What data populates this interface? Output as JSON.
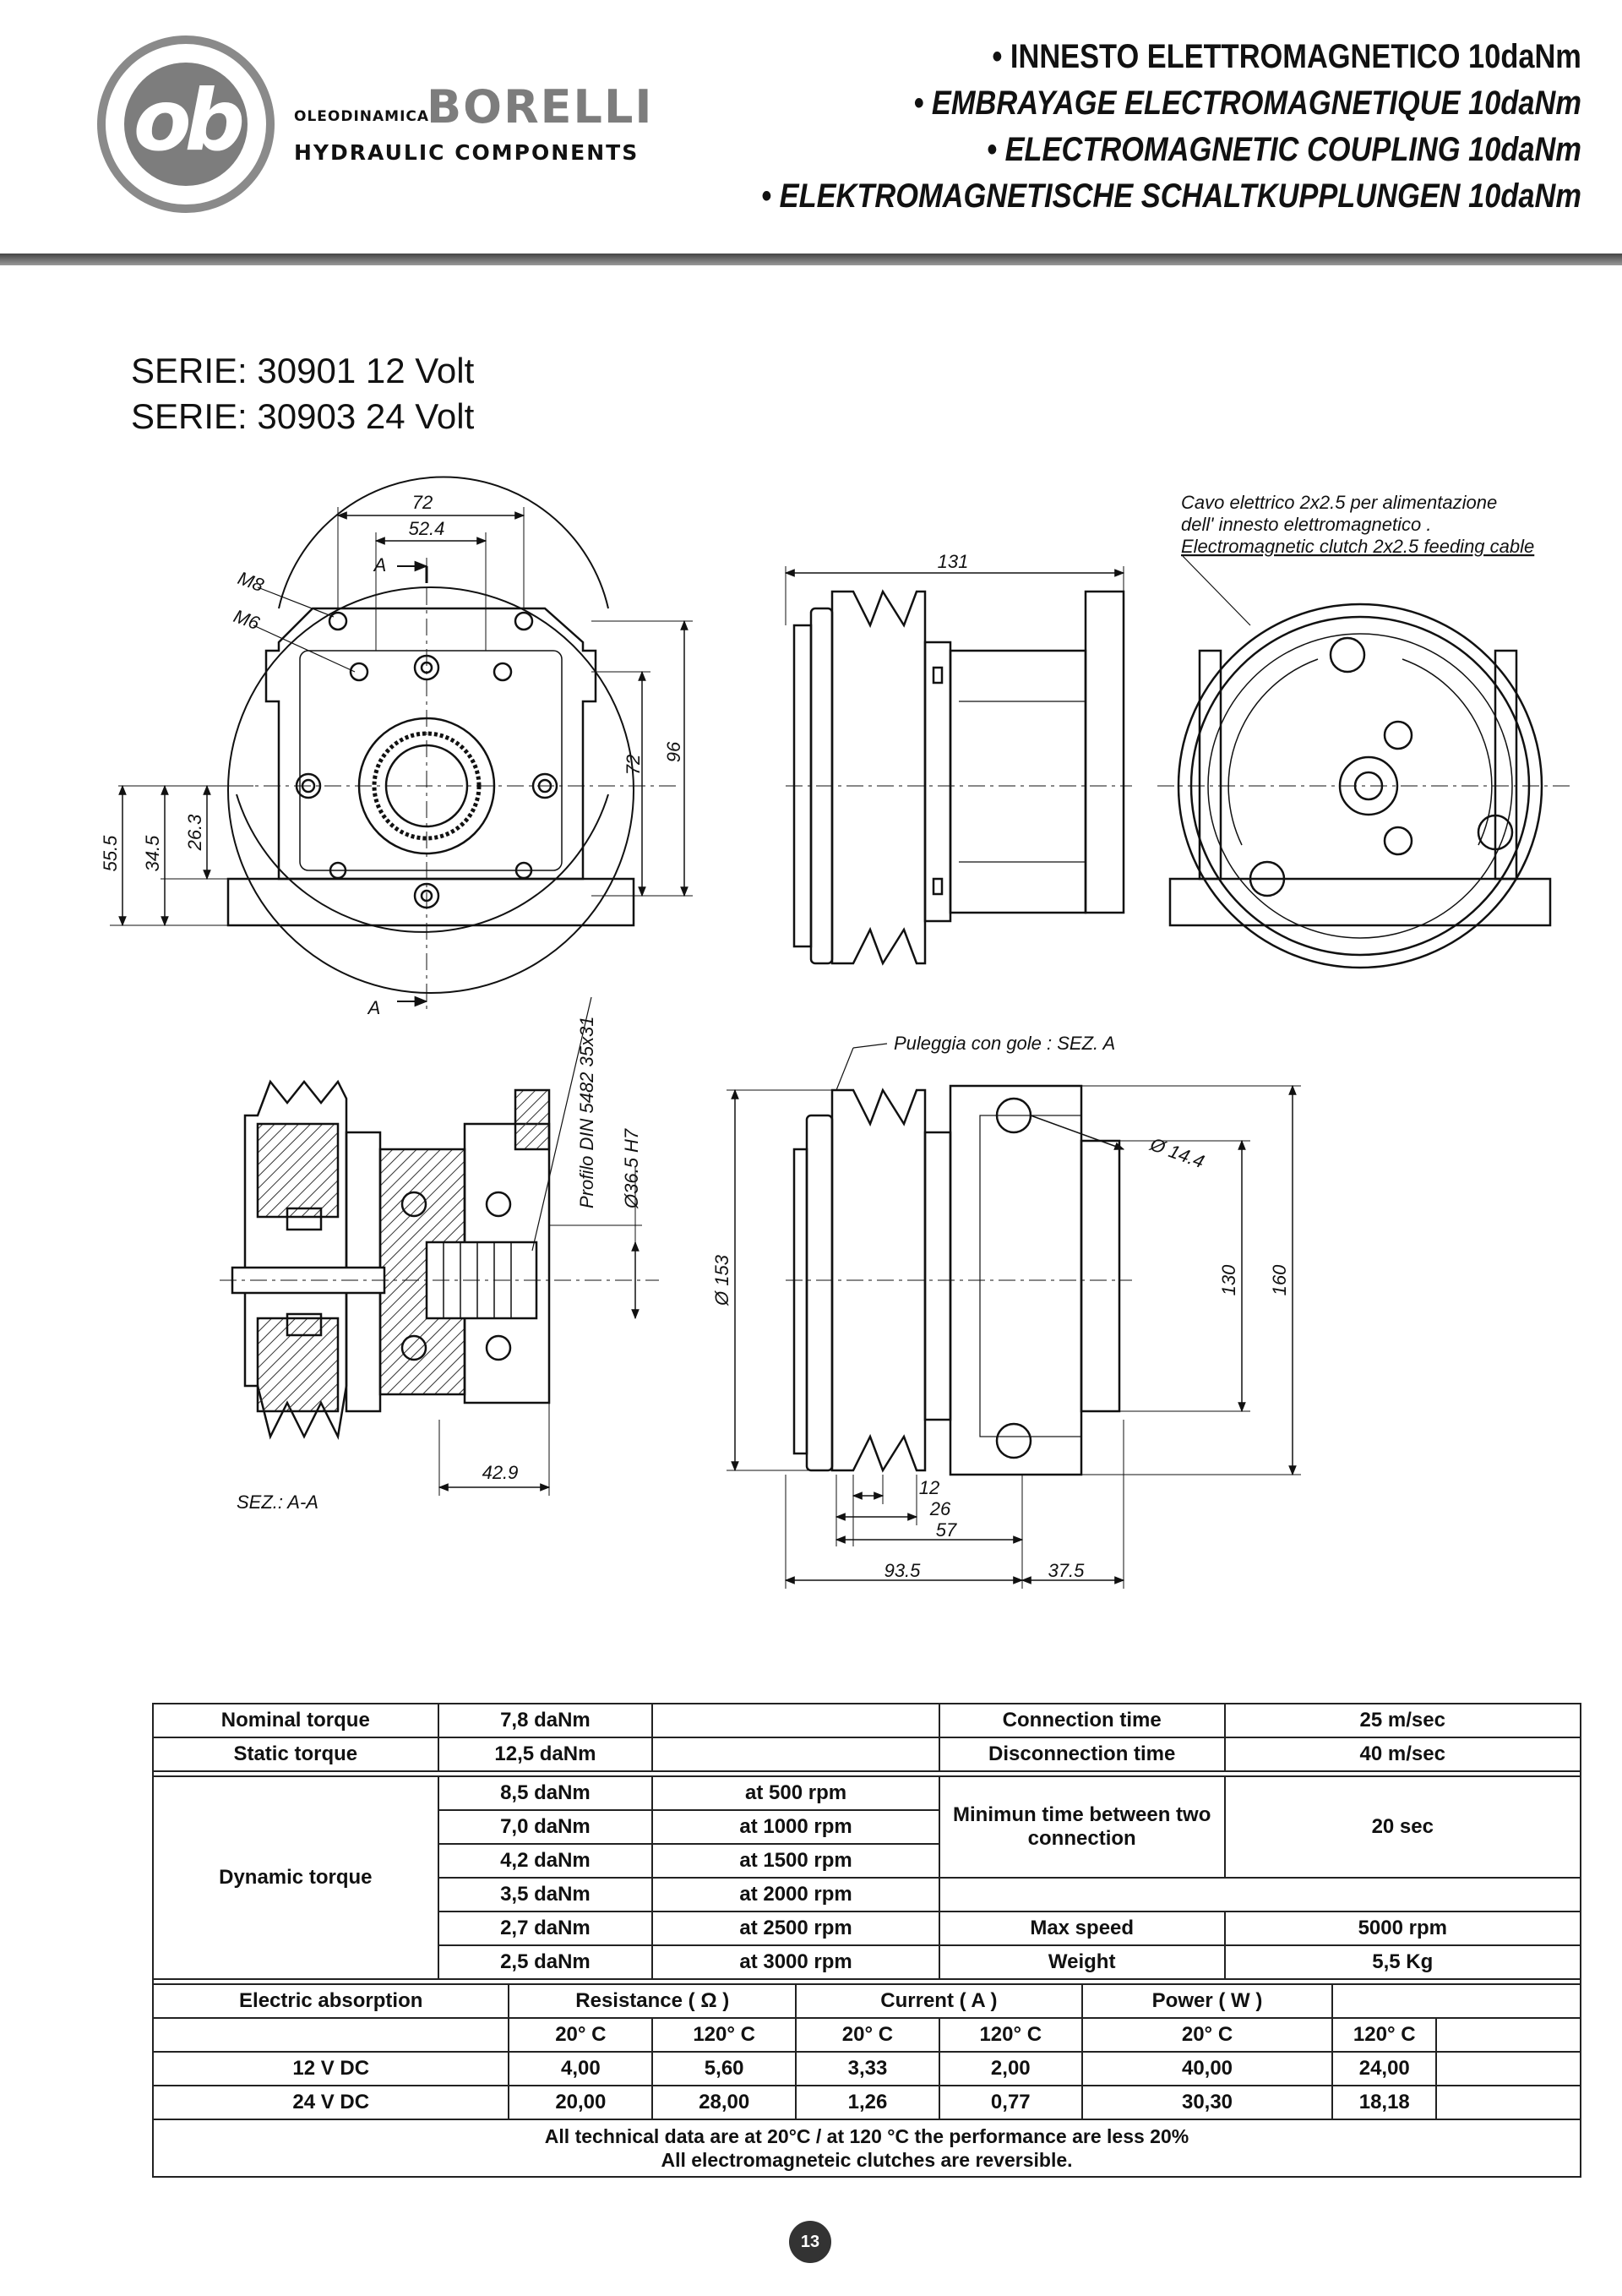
{
  "header": {
    "logo_mark": "ob",
    "brand_small": "OLEODINAMICA",
    "brand_name": "BORELLI",
    "brand_sub": "HYDRAULIC COMPONENTS",
    "titles": [
      "• INNESTO ELETTROMAGNETICO 10daNm",
      "• EMBRAYAGE ELECTROMAGNETIQUE 10daNm",
      "• ELECTROMAGNETIC COUPLING 10daNm",
      "• ELEKTROMAGNETISCHE SCHALTKUPPLUNGEN 10daNm"
    ]
  },
  "series": [
    "SERIE: 30901  12 Volt",
    "SERIE: 30903  24 Volt"
  ],
  "drawing": {
    "front": {
      "dim_72_top": "72",
      "dim_52_4": "52.4",
      "section_a_top": "A",
      "section_a_bottom": "A",
      "m8": "M8",
      "m6": "M6",
      "dim_72_right": "72",
      "dim_96": "96",
      "dim_55_5": "55.5",
      "dim_34_5": "34.5",
      "dim_26_3": "26.3"
    },
    "side_top": {
      "dim_131": "131"
    },
    "cable_note": [
      "Cavo elettrico 2x2.5 per alimentazione",
      "dell' innesto elettromagnetico .",
      "Electromagnetic clutch 2x2.5 feeding cable"
    ],
    "section": {
      "profile": "Profilo DIN 5482 35x31",
      "bore": "Ø36.5 H7",
      "dim_42_9": "42.9",
      "label": "SEZ.: A-A"
    },
    "side_bottom": {
      "pulley_note": "Puleggia con gole : SEZ. A",
      "dim_14_4": "Ø 14.4",
      "dim_153": "Ø 153",
      "dim_130": "130",
      "dim_160": "160",
      "dim_12": "12",
      "dim_26": "26",
      "dim_57": "57",
      "dim_93_5": "93.5",
      "dim_37_5": "37.5"
    }
  },
  "table": {
    "nominal_torque_label": "Nominal torque",
    "nominal_torque_value": "7,8 daNm",
    "static_torque_label": "Static torque",
    "static_torque_value": "12,5 daNm",
    "connection_time_label": "Connection time",
    "connection_time_value": "25 m/sec",
    "disconnection_time_label": "Disconnection time",
    "disconnection_time_value": "40 m/sec",
    "dynamic_torque_label": "Dynamic torque",
    "dynamic": [
      {
        "torque": "8,5 daNm",
        "rpm": "at 500 rpm"
      },
      {
        "torque": "7,0 daNm",
        "rpm": "at 1000 rpm"
      },
      {
        "torque": "4,2 daNm",
        "rpm": "at 1500 rpm"
      },
      {
        "torque": "3,5 daNm",
        "rpm": "at 2000 rpm"
      },
      {
        "torque": "2,7 daNm",
        "rpm": "at 2500 rpm"
      },
      {
        "torque": "2,5 daNm",
        "rpm": "at 3000 rpm"
      }
    ],
    "min_time_label": "Minimun time between two connection",
    "min_time_value": "20 sec",
    "max_speed_label": "Max speed",
    "max_speed_value": "5000 rpm",
    "weight_label": "Weight",
    "weight_value": "5,5 Kg",
    "electric_label": "Electric absorption",
    "resistance_label": "Resistance ( Ω )",
    "current_label": "Current ( A )",
    "power_label": "Power ( W )",
    "temp_20": "20° C",
    "temp_120": "120° C",
    "rows": [
      {
        "label": "12 V DC",
        "r20": "4,00",
        "r120": "5,60",
        "c20": "3,33",
        "c120": "2,00",
        "p20": "40,00",
        "p120": "24,00"
      },
      {
        "label": "24 V DC",
        "r20": "20,00",
        "r120": "28,00",
        "c20": "1,26",
        "c120": "0,77",
        "p20": "30,30",
        "p120": "18,18"
      }
    ],
    "note_1": "All technical data are at 20°C / at 120 °C the performance are less 20%",
    "note_2": "All electromagneteic clutches are reversible."
  },
  "page_number": "13"
}
